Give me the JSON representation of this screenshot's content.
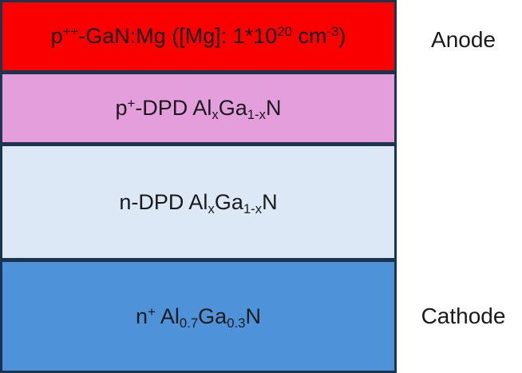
{
  "colors": {
    "background": "#ffffff",
    "border": "#1c344f",
    "text": "#1a1a1a",
    "layer_red": "#fa0000",
    "layer_pink": "#e49edc",
    "layer_light_blue": "#dce8f5",
    "layer_blue": "#4e93d9"
  },
  "stack": {
    "layers": [
      {
        "name": "p++ GaN:Mg contact layer",
        "fill": "#fa0000",
        "text_plain": "p++-GaN:Mg ([Mg]: 1*10^20 cm^-3)",
        "segments": [
          {
            "t": "p"
          },
          {
            "t": "++",
            "s": "sup"
          },
          {
            "t": "-GaN:Mg ([Mg]: 1*10"
          },
          {
            "t": "20",
            "s": "sup"
          },
          {
            "t": " cm"
          },
          {
            "t": "-3",
            "s": "sup"
          },
          {
            "t": ")"
          }
        ]
      },
      {
        "name": "p+ DPD AlGaN layer",
        "fill": "#e49edc",
        "text_plain": "p+-DPD AlxGa1-xN",
        "segments": [
          {
            "t": "p"
          },
          {
            "t": "+",
            "s": "sup"
          },
          {
            "t": "-DPD Al"
          },
          {
            "t": "x",
            "s": "sub"
          },
          {
            "t": "Ga"
          },
          {
            "t": "1-x",
            "s": "sub"
          },
          {
            "t": "N"
          }
        ]
      },
      {
        "name": "n DPD AlGaN layer",
        "fill": "#dce8f5",
        "text_plain": "n-DPD AlxGa1-xN",
        "segments": [
          {
            "t": "n-DPD Al"
          },
          {
            "t": "x",
            "s": "sub"
          },
          {
            "t": "Ga"
          },
          {
            "t": "1-x",
            "s": "sub"
          },
          {
            "t": "N"
          }
        ]
      },
      {
        "name": "n+ Al0.7Ga0.3N layer",
        "fill": "#4e93d9",
        "text_plain": "n+ Al0.7Ga0.3N",
        "segments": [
          {
            "t": "n"
          },
          {
            "t": "+",
            "s": "sup"
          },
          {
            "t": " Al"
          },
          {
            "t": "0.7",
            "s": "sub"
          },
          {
            "t": "Ga"
          },
          {
            "t": "0.3",
            "s": "sub"
          },
          {
            "t": "N"
          }
        ]
      }
    ]
  },
  "annotations": {
    "anode": "Anode",
    "cathode": "Cathode"
  }
}
